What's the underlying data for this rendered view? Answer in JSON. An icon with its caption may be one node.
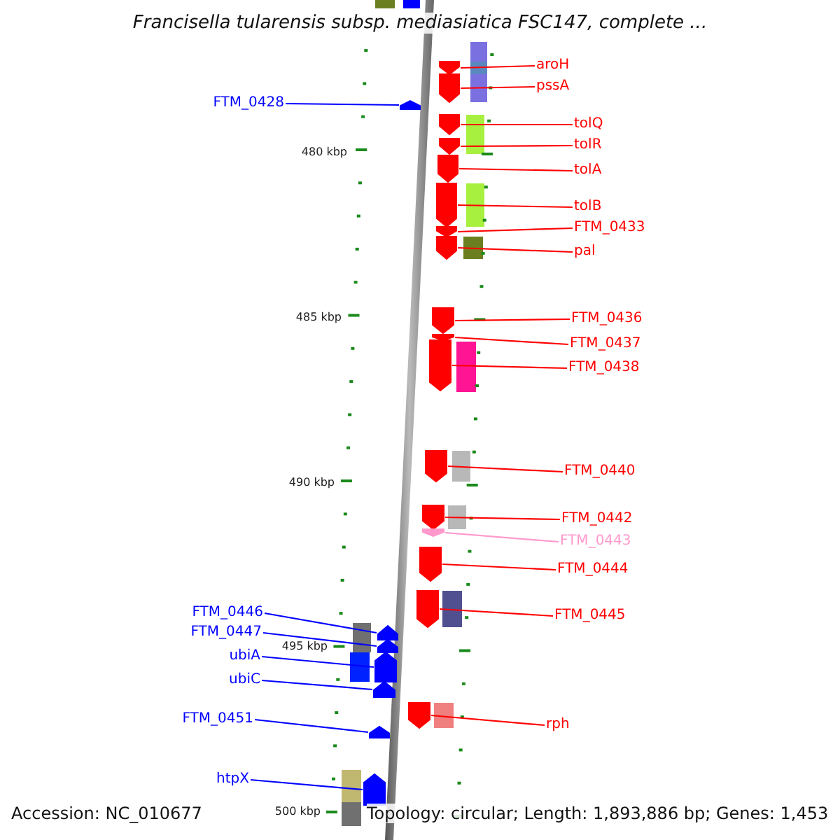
{
  "diagram": {
    "title": "Francisella tularensis subsp. mediasiatica FSC147, complete ...",
    "nodes": [
      {
        "text": [
          "aroH"
        ]
      },
      {
        "text": [],
        "shape": "arrow"
      },
      {
        "text": [
          "pssA"
        ]
      },
      {
        "text": [],
        "shape": "arrow"
      },
      {
        "text": [
          "FTM_0428"
        ]
      },
      {
        "text": [],
        "shape": "arrow"
      },
      {
        "text": [
          "tolQ"
        ]
      },
      {
        "text": [],
        "shape": "arrow"
      },
      {
        "text": [
          "tolR"
        ]
      },
      {
        "text": [],
        "shape": "arrow"
      },
      {
        "text": [
          "tolA"
        ]
      },
      {
        "text": [],
        "shape": "arrow"
      },
      {
        "text": [
          "tolB"
        ]
      },
      {
        "text": [],
        "shape": "arrow"
      },
      {
        "text": [
          "FTM_0433"
        ]
      },
      {
        "text": [],
        "shape": "arrow"
      },
      {
        "text": [
          "pal"
        ]
      },
      {
        "text": [],
        "shape": "arrow"
      },
      {
        "text": [
          "FTM_0436"
        ]
      },
      {
        "text": [],
        "shape": "arrow"
      },
      {
        "text": [
          "FTM_0437"
        ]
      },
      {
        "text": [],
        "shape": "arrow"
      },
      {
        "text": [
          "FTM_0438"
        ]
      },
      {
        "text": [],
        "shape": "arrow"
      },
      {
        "text": [
          "FTM_0440"
        ]
      },
      {
        "text": [],
        "shape": "arrow"
      },
      {
        "text": [
          "FTM_0442"
        ]
      },
      {
        "text": [],
        "shape": "arrow"
      },
      {
        "text": [
          "FTM_0443"
        ]
      },
      {
        "text": [],
        "shape": "arrow"
      },
      {
        "text": [
          "FTM_0444"
        ]
      },
      {
        "text": [],
        "shape": "arrow"
      },
      {
        "text": [
          "FTM_0446"
        ]
      },
      {
        "text": [],
        "shape": "arrow"
      },
      {
        "text": [
          "FTM_0445"
        ]
      },
      {
        "text": [],
        "shape": "arrow"
      },
      {
        "text": [
          "FTM_0447"
        ]
      },
      {
        "text": [],
        "shape": "arrow"
      },
      {
        "text": [
          "ubiA"
        ]
      },
      {
        "text": [],
        "shape": "arrow"
      },
      {
        "text": [
          "ubiC"
        ]
      },
      {
        "text": [],
        "shape": "arrow"
      },
      {
        "text": [
          "FTM_0451"
        ]
      },
      {
        "text": [],
        "shape": "arrow"
      },
      {
        "text": [
          "rph"
        ]
      },
      {
        "text": [],
        "shape": "arrow"
      },
      {
        "text": [
          "htpX"
        ]
      },
      {
        "text": [],
        "shape": "arrow"
      }
    ],
    "edges": [
      {
        "from": 0,
        "to": 1,
        "arrow": "none"
      },
      {
        "from": 2,
        "to": 3,
        "arrow": "none"
      },
      {
        "from": 4,
        "to": 5,
        "arrow": "none",
        "color": "#0000ff"
      },
      {
        "from": 6,
        "to": 7,
        "arrow": "none"
      },
      {
        "from": 8,
        "to": 9,
        "arrow": "none"
      },
      {
        "from": 10,
        "to": 11,
        "arrow": "none"
      },
      {
        "from": 12,
        "to": 13,
        "arrow": "none"
      },
      {
        "from": 14,
        "to": 15,
        "arrow": "none"
      },
      {
        "from": 16,
        "to": 17,
        "arrow": "none"
      },
      {
        "from": 18,
        "to": 19,
        "arrow": "none"
      },
      {
        "from": 20,
        "to": 21,
        "arrow": "none"
      },
      {
        "from": 22,
        "to": 23,
        "arrow": "none"
      },
      {
        "from": 24,
        "to": 25,
        "arrow": "none"
      },
      {
        "from": 26,
        "to": 27,
        "arrow": "none"
      },
      {
        "from": 28,
        "to": 29,
        "arrow": "none",
        "color": "#ff99cc"
      },
      {
        "from": 30,
        "to": 31,
        "arrow": "none"
      },
      {
        "from": 32,
        "to": 33,
        "arrow": "none",
        "color": "#0000ff"
      },
      {
        "from": 34,
        "to": 35,
        "arrow": "none"
      },
      {
        "from": 36,
        "to": 37,
        "arrow": "none",
        "color": "#0000ff"
      },
      {
        "from": 38,
        "to": 39,
        "arrow": "none",
        "color": "#0000ff"
      },
      {
        "from": 40,
        "to": 41,
        "arrow": "none",
        "color": "#0000ff"
      },
      {
        "from": 42,
        "to": 43,
        "arrow": "none",
        "color": "#0000ff"
      },
      {
        "from": 44,
        "to": 45,
        "arrow": "none"
      },
      {
        "from": 46,
        "to": 47,
        "arrow": "none",
        "color": "#0000ff"
      }
    ],
    "labels": [
      "480 kbp",
      "485 kbp",
      "490 kbp",
      "495 kbp",
      "500 kbp",
      "Accession: NC_010677",
      "Topology: circular; Length: 1,893,886 bp; Genes: 1,453"
    ]
  }
}
